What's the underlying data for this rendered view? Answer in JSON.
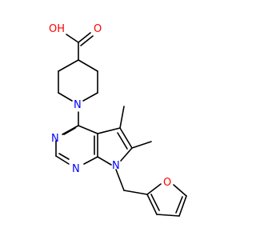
{
  "structure": {
    "colors": {
      "carbon_bond": "#000000",
      "oxygen": "#ff0000",
      "nitrogen": "#0000ff",
      "background": "#ffffff"
    },
    "atom_labels": {
      "hydroxyl": "OH",
      "carbonyl_oxygen": "O",
      "piperidine_nitrogen": "N",
      "pyrimidine_nitrogen_1": "N",
      "pyrimidine_nitrogen_2": "N",
      "pyrrole_nitrogen": "N",
      "furan_oxygen": "O"
    }
  }
}
